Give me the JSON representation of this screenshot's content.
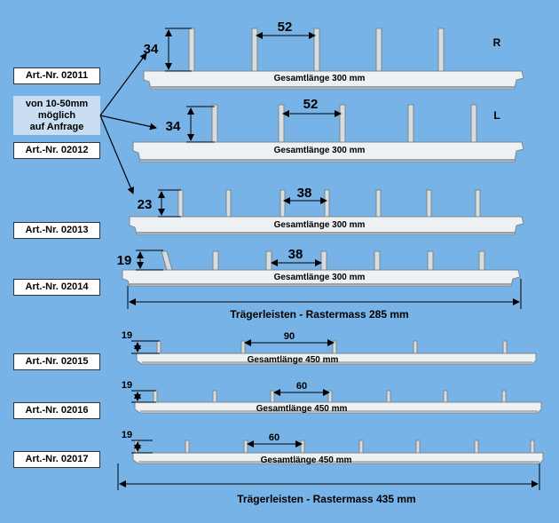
{
  "article_labels": [
    "Art.-Nr. 02011",
    "Art.-Nr. 02012",
    "Art.-Nr. 02013",
    "Art.-Nr. 02014",
    "Art.-Nr. 02015",
    "Art.-Nr. 02016",
    "Art.-Nr. 02017"
  ],
  "note": {
    "line1": "von 10-50mm",
    "line2": "möglich",
    "line3": "auf Anfrage"
  },
  "rails": [
    {
      "height_label": "34",
      "spacing_label": "52",
      "length_label": "Gesamtlänge 300 mm",
      "side_label": "R"
    },
    {
      "height_label": "34",
      "spacing_label": "52",
      "length_label": "Gesamtlänge 300 mm",
      "side_label": "L"
    },
    {
      "height_label": "23",
      "spacing_label": "38",
      "length_label": "Gesamtlänge 300 mm"
    },
    {
      "height_label": "19",
      "spacing_label": "38",
      "length_label": "Gesamtlänge 300 mm"
    },
    {
      "height_label": "19",
      "spacing_label": "90",
      "length_label": "Gesamtlänge 450 mm"
    },
    {
      "height_label": "19",
      "spacing_label": "60",
      "length_label": "Gesamtlänge 450 mm"
    },
    {
      "height_label": "19",
      "spacing_label": "60",
      "length_label": "Gesamtlänge 450 mm"
    }
  ],
  "raster_labels": [
    "Trägerleisten - Rastermass  285 mm",
    "Trägerleisten - Rastermass  435 mm"
  ],
  "colors": {
    "background": "#77b3e6",
    "rail": "#eef1f3",
    "rail_shadow": "#9aa3a8",
    "dimension": "#000000"
  }
}
